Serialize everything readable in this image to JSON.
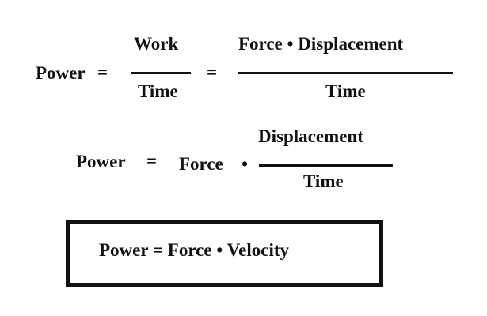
{
  "eq1": {
    "lhs": "Power",
    "eq1": "=",
    "num1": "Work",
    "den1": "Time",
    "eq2": "=",
    "num2": "Force • Displacement",
    "den2": "Time"
  },
  "eq2": {
    "lhs": "Power",
    "eq": "=",
    "factor": "Force",
    "dot": "•",
    "num": "Displacement",
    "den": "Time"
  },
  "eq3": {
    "result": "Power = Force • Velocity"
  }
}
